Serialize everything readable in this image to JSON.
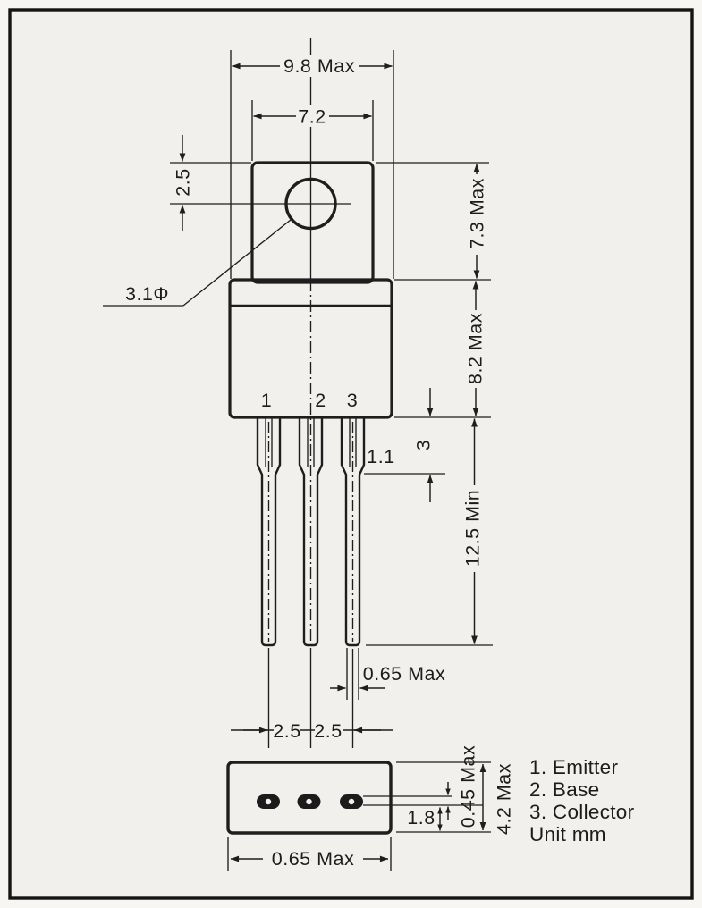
{
  "drawing": {
    "kind": "transistor-package-outline",
    "unit_note": "Unit mm",
    "dims": {
      "overall_width": "9.8 Max",
      "tab_width": "7.2",
      "hole_offset": "2.5",
      "hole_diameter": "3.1Φ",
      "tab_height": "7.3 Max",
      "body_height": "8.2 Max",
      "shoulder_length": "3",
      "lead_width": "1.1",
      "lead_length": "12.5 Min",
      "lead_thickness": "0.65 Max",
      "lead_pitch_left": "2.5",
      "lead_pitch_right": "2.5",
      "pad_thickness": "0.45 Max",
      "package_thickness": "4.2 Max",
      "pad_to_edge": "1.8",
      "bottom_width": "0.65 Max"
    },
    "pins": {
      "p1": "1",
      "p2": "2",
      "p3": "3"
    },
    "legend": {
      "items": [
        "1. Emitter",
        "2. Base",
        "3. Collector"
      ],
      "unit": "Unit mm"
    }
  }
}
